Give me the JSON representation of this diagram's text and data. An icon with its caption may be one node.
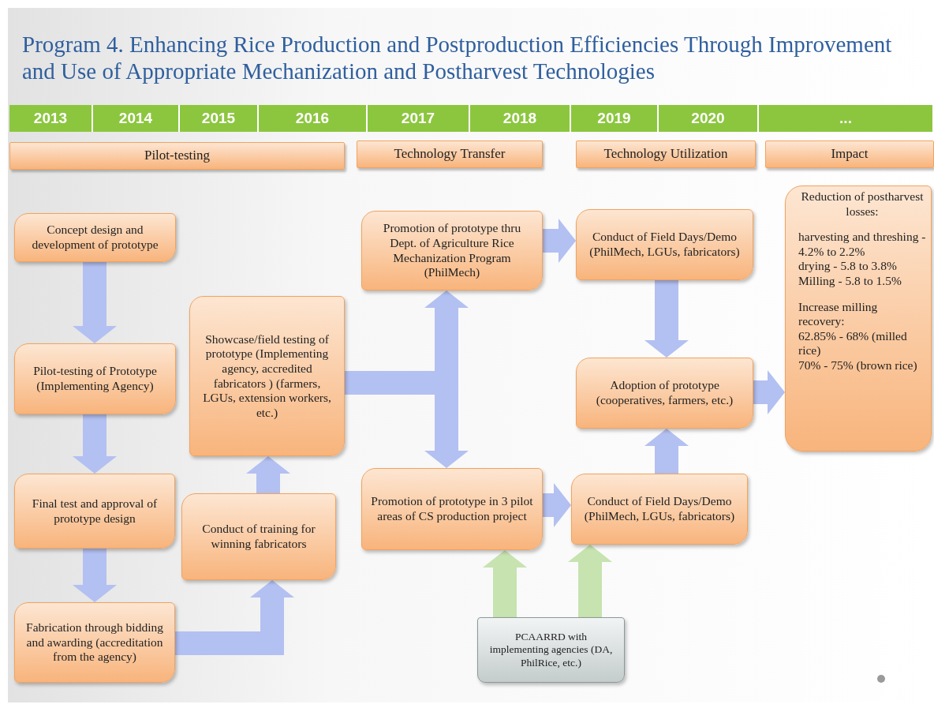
{
  "diagram": {
    "title": "Program 4. Enhancing Rice Production and Postproduction Efficiencies Through Improvement and Use of Appropriate Mechanization and Postharvest Technologies",
    "nodes": [
      {
        "text": [
          "Pilot-testing"
        ]
      },
      {
        "text": [
          "Technology Transfer"
        ]
      },
      {
        "text": [
          "Technology Utilization"
        ]
      },
      {
        "text": [
          "Impact"
        ]
      },
      {
        "text": [
          "Concept design and development of prototype"
        ]
      },
      {
        "text": [
          "Pilot-testing of Prototype (Implementing Agency)"
        ]
      },
      {
        "text": [
          "Final test and approval of prototype design"
        ]
      },
      {
        "text": [
          "Fabrication through bidding and awarding (accreditation from the agency)"
        ]
      },
      {
        "text": [
          "Conduct of training for winning fabricators"
        ]
      },
      {
        "text": [
          "Showcase/field testing of prototype (Implementing agency, accredited fabricators ) (farmers, LGUs, extension workers, etc.)"
        ]
      },
      {
        "text": [
          "Promotion of prototype thru Dept. of Agriculture Rice Mechanization Program (PhilMech)"
        ]
      },
      {
        "text": [
          "Promotion of prototype in 3 pilot areas of CS production project"
        ]
      },
      {
        "text": [
          "Conduct of Field Days/Demo (PhilMech, LGUs, fabricators)"
        ]
      },
      {
        "text": [
          "Adoption of prototype (cooperatives, farmers, etc.)"
        ]
      },
      {
        "text": [
          "Conduct of Field Days/Demo (PhilMech, LGUs, fabricators)"
        ]
      },
      {
        "text": [
          "Reduction of postharvest losses:",
          "harvesting and threshing - 4.2% to 2.2%",
          "drying - 5.8 to 3.8%",
          "Milling - 5.8 to 1.5%",
          "Increase milling recovery:",
          "62.85% - 68% (milled rice)",
          "70% - 75% (brown rice)"
        ]
      },
      {
        "text": [
          "PCAARRD with implementing agencies (DA, PhilRice, etc.)"
        ]
      }
    ],
    "edges": [
      {
        "from": 4,
        "to": 5,
        "arrow": "to"
      },
      {
        "from": 5,
        "to": 6,
        "arrow": "to"
      },
      {
        "from": 6,
        "to": 7,
        "arrow": "to"
      },
      {
        "from": 7,
        "to": 8,
        "arrow": "to"
      },
      {
        "from": 8,
        "to": 9,
        "arrow": "to"
      },
      {
        "from": 9,
        "to": 10,
        "arrow": "to"
      },
      {
        "from": 9,
        "to": 11,
        "arrow": "to"
      },
      {
        "from": 10,
        "to": 12,
        "arrow": "to"
      },
      {
        "from": 11,
        "to": 14,
        "arrow": "to"
      },
      {
        "from": 12,
        "to": 13,
        "arrow": "to"
      },
      {
        "from": 14,
        "to": 13,
        "arrow": "to"
      },
      {
        "from": 13,
        "to": 15,
        "arrow": "to"
      },
      {
        "from": 16,
        "to": 11,
        "arrow": "to",
        "color": "#c6e3b0"
      },
      {
        "from": 16,
        "to": 14,
        "arrow": "to",
        "color": "#c6e3b0"
      }
    ],
    "labels": [
      "2013",
      "2014",
      "2015",
      "2016",
      "2017",
      "2018",
      "2019",
      "2020",
      "..."
    ]
  }
}
